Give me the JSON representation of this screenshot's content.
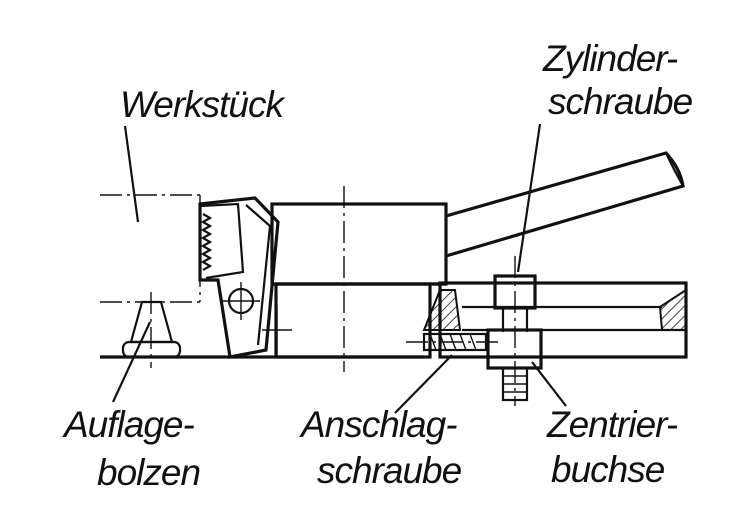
{
  "diagram": {
    "labels": {
      "workpiece": "Werkstück",
      "cap_screw_line1": "Zylinder-",
      "cap_screw_line2": "schraube",
      "support_bolt_line1": "Auflage-",
      "support_bolt_line2": "bolzen",
      "stop_screw_line1": "Anschlag-",
      "stop_screw_line2": "schraube",
      "centering_sleeve_line1": "Zentrier-",
      "centering_sleeve_line2": "buchse"
    },
    "colors": {
      "ink": "#111111",
      "background": "#ffffff"
    }
  }
}
